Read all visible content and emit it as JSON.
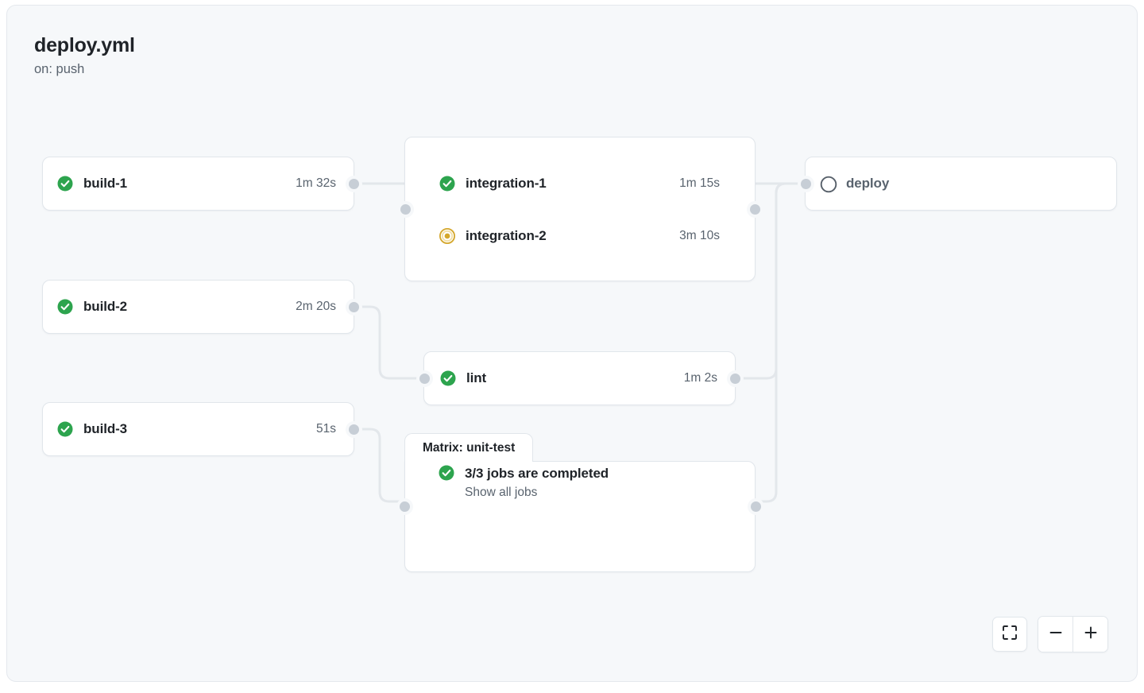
{
  "workflow": {
    "title": "deploy.yml",
    "trigger": "on: push"
  },
  "nodes": {
    "build_1": {
      "name": "build-1",
      "duration": "1m 32s",
      "status": "success"
    },
    "build_2": {
      "name": "build-2",
      "duration": "2m 20s",
      "status": "success"
    },
    "build_3": {
      "name": "build-3",
      "duration": "51s",
      "status": "success"
    },
    "integration_1": {
      "name": "integration-1",
      "duration": "1m 15s",
      "status": "success"
    },
    "integration_2": {
      "name": "integration-2",
      "duration": "3m 10s",
      "status": "in-progress"
    },
    "lint": {
      "name": "lint",
      "duration": "1m 2s",
      "status": "success"
    },
    "deploy": {
      "name": "deploy",
      "duration": "",
      "status": "pending"
    }
  },
  "matrix": {
    "tab_label": "Matrix: unit-test",
    "status_text": "3/3 jobs are completed",
    "show_all_label": "Show all jobs",
    "status": "success"
  },
  "controls": {
    "fit_icon": "fit-to-screen-icon",
    "zoom_out_icon": "minus-icon",
    "zoom_in_icon": "plus-icon"
  },
  "colors": {
    "success": "#2da44e",
    "in_progress": "#d4a72c",
    "pending": "#57606a",
    "edge": "#e3e7eb",
    "pin": "#c7ced6",
    "canvas_bg": "#f6f8fa",
    "node_bg": "#ffffff",
    "text_primary": "#1f2328",
    "text_muted": "#59636e"
  }
}
